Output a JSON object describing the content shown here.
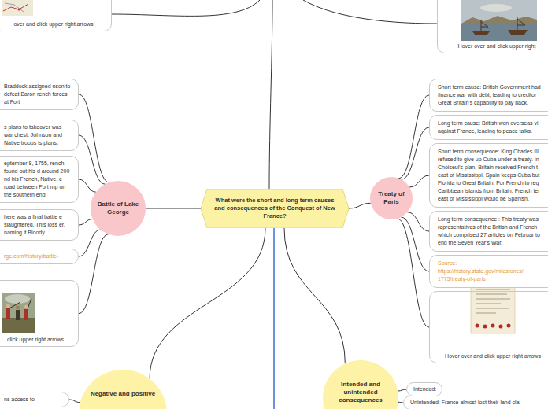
{
  "diagram": {
    "nodes": [
      {
        "text": [
          "over and click upper right arrows"
        ]
      },
      {
        "text": [
          "Hover over and click upper right"
        ]
      },
      {
        "text": [
          "What were the short and long term causes and consequences of the Conquest of New France?"
        ]
      },
      {
        "text": [
          "Battle of Lake George"
        ]
      },
      {
        "text": [
          "Braddock assigned nson to defeat Baron rench forces at Fort"
        ]
      },
      {
        "text": [
          "s plans to takeover was war chest. Johnson and Native troops is plans."
        ]
      },
      {
        "text": [
          "eptember 8, 1755, rench found out his d around 200 nd his French, Native, e road between Fort mp on the southern end"
        ]
      },
      {
        "text": [
          "here was a final battle e slaughtered. This loss er, naming it Bloody"
        ]
      },
      {
        "text": [
          "rge.com/history/battle-"
        ]
      },
      {
        "text": [
          "click upper right arrows"
        ]
      },
      {
        "text": [
          "Treaty of Paris"
        ]
      },
      {
        "text": [
          "Short term cause: British Government had finance war with debt, leading to creditor Great Britain's capability to pay back."
        ]
      },
      {
        "text": [
          "Long term cause: British won overseas vi against France, leading to peace talks."
        ]
      },
      {
        "text": [
          "Short term consequence: King Charles III refused to give up Cuba under a treaty. In Choiseul's plan, Britain received French t east of Mississippi. Spain keeps Cuba but Florida to Great Britain. For French to reg Caribbean islands from Britain, French ter east of Mississippi would be Spanish."
        ]
      },
      {
        "text": [
          "Long term consequence : This treaty was representatives of the British and French which comprised 27 articles on Februar to end the Seven Year's War."
        ]
      },
      {
        "text": [
          "Source: https://history.state.gov/milestones/ 1775/treaty-of-paris"
        ]
      },
      {
        "text": [
          "Hover over and click upper right arrows"
        ]
      },
      {
        "text": [
          "Negative and positive"
        ]
      },
      {
        "text": [
          "ns access to"
        ]
      },
      {
        "text": [
          "Intended and unintended consequences"
        ]
      },
      {
        "text": [
          "Intended:"
        ]
      },
      {
        "text": [
          "Unintended: France almost lost their land clai"
        ]
      }
    ],
    "edges": [
      {
        "from": 2,
        "to": 3,
        "arrow": "none"
      },
      {
        "from": 3,
        "to": 4,
        "arrow": "none"
      },
      {
        "from": 3,
        "to": 5,
        "arrow": "none"
      },
      {
        "from": 3,
        "to": 6,
        "arrow": "none"
      },
      {
        "from": 3,
        "to": 7,
        "arrow": "none"
      },
      {
        "from": 3,
        "to": 8,
        "arrow": "none"
      },
      {
        "from": 3,
        "to": 9,
        "arrow": "none"
      },
      {
        "from": 2,
        "to": 10,
        "arrow": "none"
      },
      {
        "from": 10,
        "to": 11,
        "arrow": "none"
      },
      {
        "from": 10,
        "to": 12,
        "arrow": "none"
      },
      {
        "from": 10,
        "to": 13,
        "arrow": "none"
      },
      {
        "from": 10,
        "to": 14,
        "arrow": "none"
      },
      {
        "from": 10,
        "to": 15,
        "arrow": "none"
      },
      {
        "from": 10,
        "to": 16,
        "arrow": "none"
      },
      {
        "from": 2,
        "to": 17,
        "arrow": "none"
      },
      {
        "from": 17,
        "to": 18,
        "arrow": "none"
      },
      {
        "from": 2,
        "to": 19,
        "arrow": "none"
      },
      {
        "from": 19,
        "to": 20,
        "arrow": "none"
      },
      {
        "from": 19,
        "to": 21,
        "arrow": "none"
      }
    ]
  }
}
